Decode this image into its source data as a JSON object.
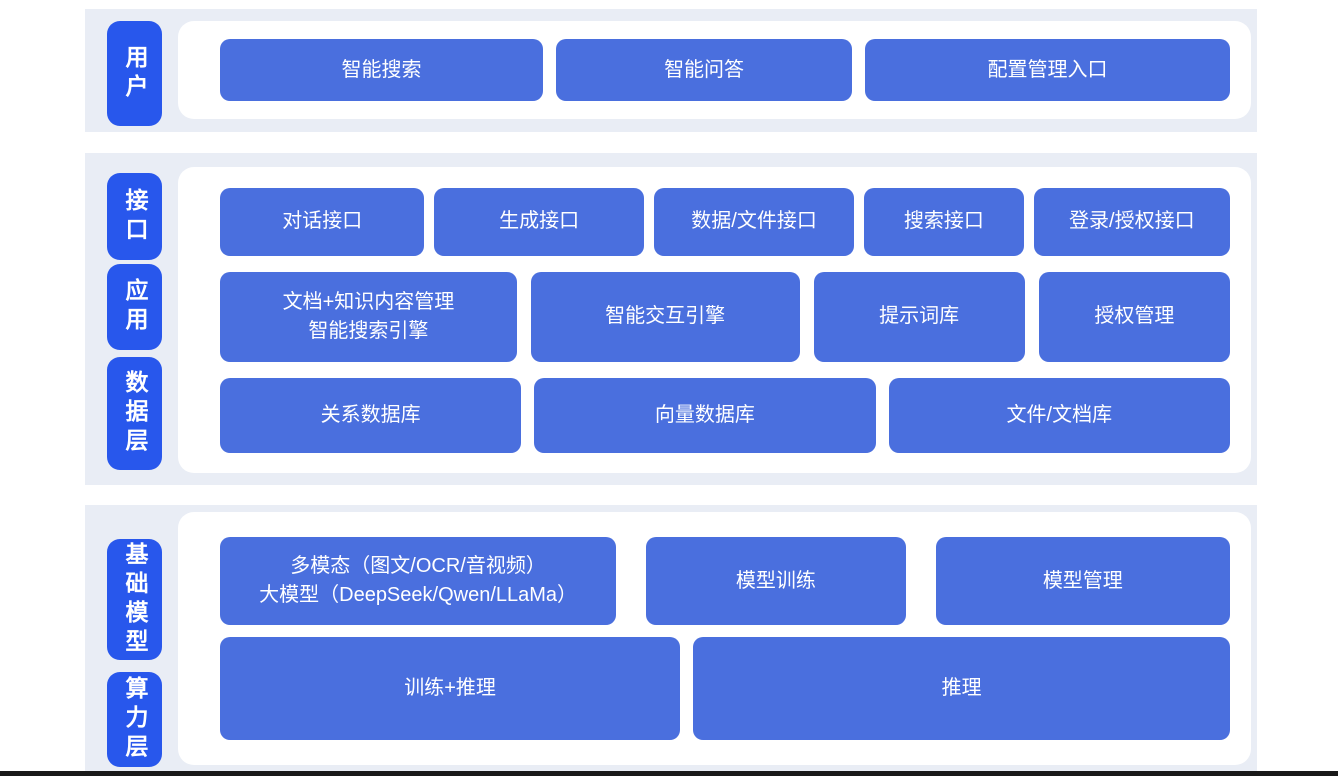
{
  "colors": {
    "badge_blue": "#2857ec",
    "block_blue": "#4a6fde",
    "band_background": "#e9edf5",
    "panel_background": "#ffffff",
    "text": "#ffffff",
    "bottom_edge": "#191919"
  },
  "sections": [
    {
      "badges": [
        "用户"
      ],
      "rows": [
        {
          "buttons": [
            {
              "lines": [
                "智能搜索"
              ]
            },
            {
              "lines": [
                "智能问答"
              ]
            },
            {
              "lines": [
                "配置管理入口"
              ]
            }
          ]
        }
      ]
    },
    {
      "badges": [
        "接口",
        "应用",
        "数据层"
      ],
      "rows": [
        {
          "buttons": [
            {
              "lines": [
                "对话接口"
              ]
            },
            {
              "lines": [
                "生成接口"
              ]
            },
            {
              "lines": [
                "数据/文件接口"
              ]
            },
            {
              "lines": [
                "搜索接口"
              ]
            },
            {
              "lines": [
                "登录/授权接口"
              ]
            }
          ]
        },
        {
          "buttons": [
            {
              "lines": [
                "文档+知识内容管理",
                "智能搜索引擎"
              ]
            },
            {
              "lines": [
                "智能交互引擎"
              ]
            },
            {
              "lines": [
                "提示词库"
              ]
            },
            {
              "lines": [
                "授权管理"
              ]
            }
          ]
        },
        {
          "buttons": [
            {
              "lines": [
                "关系数据库"
              ]
            },
            {
              "lines": [
                "向量数据库"
              ]
            },
            {
              "lines": [
                "文件/文档库"
              ]
            }
          ]
        }
      ]
    },
    {
      "badges": [
        "基础模型",
        "算力层"
      ],
      "rows": [
        {
          "buttons": [
            {
              "lines": [
                "多模态（图文/OCR/音视频）",
                "大模型（DeepSeek/Qwen/LLaMa）"
              ]
            },
            {
              "lines": [
                "模型训练"
              ]
            },
            {
              "lines": [
                "模型管理"
              ]
            }
          ]
        },
        {
          "buttons": [
            {
              "lines": [
                "训练+推理"
              ]
            },
            {
              "lines": [
                "推理"
              ]
            }
          ]
        }
      ]
    }
  ]
}
